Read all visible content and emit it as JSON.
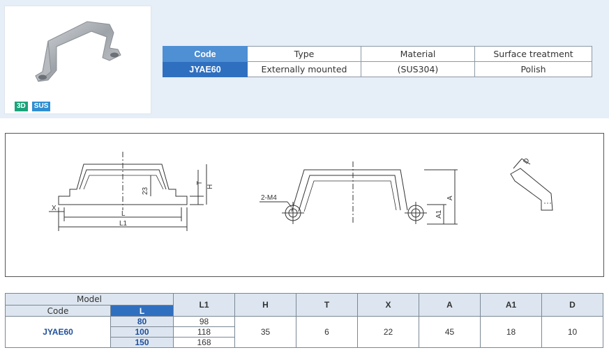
{
  "badges": {
    "three_d": "3D",
    "material": "SUS"
  },
  "spec_table": {
    "headers": {
      "code": "Code",
      "type": "Type",
      "material": "Material",
      "surface": "Surface treatment"
    },
    "row": {
      "code": "JYAE60",
      "type": "Externally mounted",
      "material": "(SUS304)",
      "surface": "Polish"
    }
  },
  "drawing": {
    "front": {
      "x": "X",
      "l": "L",
      "l1": "L1",
      "h23": "23",
      "h": "H",
      "t": "T"
    },
    "side": {
      "thread": "2-M4",
      "a": "A",
      "a1": "A1"
    },
    "detail": {
      "d": "D"
    }
  },
  "dim_table": {
    "headers": {
      "model": "Model",
      "code": "Code",
      "l": "L",
      "l1": "L1",
      "h": "H",
      "t": "T",
      "x": "X",
      "a": "A",
      "a1": "A1",
      "d": "D"
    },
    "code": "JYAE60",
    "rows": [
      {
        "l": "80",
        "l1": "98"
      },
      {
        "l": "100",
        "l1": "118"
      },
      {
        "l": "150",
        "l1": "168"
      }
    ],
    "shared": {
      "h": "35",
      "t": "6",
      "x": "22",
      "a": "45",
      "a1": "18",
      "d": "10"
    }
  },
  "colors": {
    "banner": "#e6eef7",
    "code_header": "#4f8fd4",
    "code_cell": "#2f6fc0",
    "table_header": "#dde6f0",
    "badge_3d": "#1aa37a",
    "badge_sus": "#2f8fd2"
  }
}
